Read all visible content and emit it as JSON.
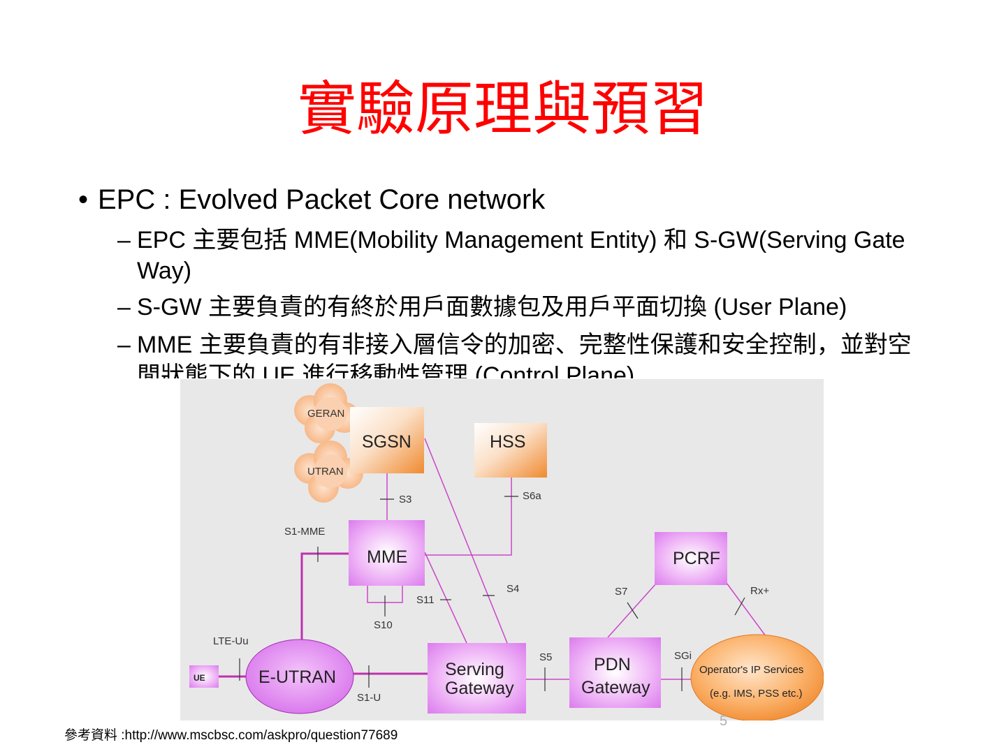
{
  "slide": {
    "title": "實驗原理與預習",
    "bullet": "EPC : Evolved Packet Core network",
    "subbullets": [
      "EPC 主要包括 MME(Mobility Management Entity) 和 S-GW(Serving Gate Way)",
      "S-GW 主要負責的有終於用戶面數據包及用戶平面切換 (User Plane)",
      "MME 主要負責的有非接入層信令的加密、完整性保護和安全控制，並對空閒狀態下的 UE 進行移動性管理 (Control Plane)"
    ],
    "page_number": "5",
    "reference": "參考資料 :http://www.mscbsc.com/askpro/question77689"
  },
  "diagram": {
    "nodes": {
      "geran": "GERAN",
      "utran": "UTRAN",
      "sgsn": "SGSN",
      "hss": "HSS",
      "mme": "MME",
      "pcrf": "PCRF",
      "ue": "UE",
      "eutran": "E-UTRAN",
      "sgw_line1": "Serving",
      "sgw_line2": "Gateway",
      "pdn_line1": "PDN",
      "pdn_line2": "Gateway",
      "ops_line1": "Operator's IP Services",
      "ops_line2": "(e.g. IMS, PSS etc.)"
    },
    "interfaces": {
      "s3": "S3",
      "s6a": "S6a",
      "s1mme": "S1-MME",
      "s4": "S4",
      "s11": "S11",
      "s10": "S10",
      "s7": "S7",
      "rx": "Rx+",
      "lteuu": "LTE-Uu",
      "s5": "S5",
      "sgi": "SGi",
      "s1u": "S1-U"
    },
    "colors": {
      "link": "#cc44cc",
      "link_strong": "#c030b0",
      "mme_fill": "#e27ef0",
      "gw_fill": "#d873ec",
      "orange": "#f08a30",
      "cloud": "#f6b07a",
      "background": "#e8e8e8"
    }
  }
}
